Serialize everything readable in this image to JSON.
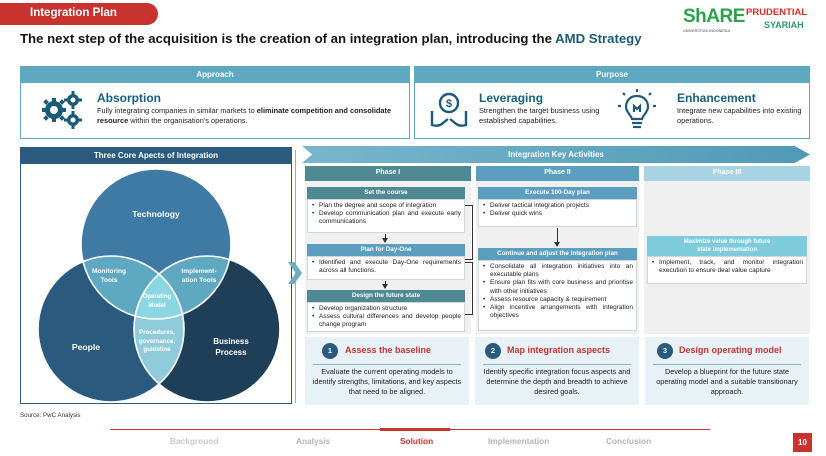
{
  "header": {
    "tag": "Integration Plan",
    "headline": "The next step of the acquisition is the creation of an integration plan, introducing the ",
    "headline_accent": "AMD Strategy"
  },
  "logo": {
    "brand": "ShARE",
    "partner": "PRUDENTIAL",
    "sub": "SYARIAH",
    "university": "UNIVERSITAS INDONESIA"
  },
  "approach": {
    "header": "Approach",
    "title": "Absorption",
    "text_plain1": "Fully integrating companies in similar markets to ",
    "text_bold": "eliminate competition and consolidate resource",
    "text_plain2": " within the organisation's operations."
  },
  "purpose": {
    "header": "Purpose",
    "items": [
      {
        "title": "Leveraging",
        "text": "Strengthen the target business using established capabilities."
      },
      {
        "title": "Enhancement",
        "text": "Integrate new capabilities into existing operations."
      }
    ]
  },
  "core": {
    "header": "Three Core Apects of Integration",
    "technology": "Technology",
    "people": "People",
    "business_1": "Business",
    "business_2": "Process",
    "monitoring_1": "Monitoring",
    "monitoring_2": "Tools",
    "implementation_1": "Implement-",
    "implementation_2": "ation Tools",
    "procedures_1": "Procedures,",
    "procedures_2": "governance,",
    "procedures_3": "guideline",
    "operating_1": "Operating",
    "operating_2": "Model"
  },
  "activities": {
    "header": "Integration Key Activities",
    "phases": [
      "Phase I",
      "Phase II",
      "Phase III"
    ],
    "phase1": [
      {
        "title": "Set the course",
        "bullets": [
          "Plan the degree and scope of integration",
          "Develop communication plan and execute early communications"
        ]
      },
      {
        "title": "Plan for Day-One",
        "bullets": [
          "Identified and execute Day-One requirements across all functions."
        ]
      },
      {
        "title": "Design the future state",
        "bullets": [
          "Develop organization structure",
          "Assess cultural differences and develop people change program"
        ]
      }
    ],
    "phase2": [
      {
        "title": "Execute 100-Day plan",
        "bullets": [
          "Deliver tactical integration projects",
          "Deliver quick wins"
        ]
      },
      {
        "title": "Continue and adjust the integration plan",
        "bullets": [
          "Consolidate all integration initiatives into an executable plans",
          "Ensure plan fits with core business and prioritise with other initiatives",
          "Assess resource capacity & requirement",
          "Align incentive arrangements with integration objectives"
        ]
      }
    ],
    "phase3": {
      "title_1": "Maximize value through future",
      "title_2": "state implementation",
      "bullets": [
        "Implement, track, and monitor integration execution to ensure deal value capture"
      ]
    }
  },
  "steps": [
    {
      "num": "1",
      "title": "Assess the baseline",
      "text": "Evaluate the current operating models to identify strengths, limitations, and key aspects that need to be aligned."
    },
    {
      "num": "2",
      "title": "Map integration aspects",
      "text": "Identify specific integration focus aspects and determine the depth and breadth to achieve desired goals."
    },
    {
      "num": "3",
      "title": "Design operating model",
      "text": "Develop a blueprint for the future state operating model and a suitable transitionary approach."
    }
  ],
  "source": "Source: PwC Analysis",
  "nav": [
    "Background",
    "Analysis",
    "Solution",
    "Implementation",
    "Conclusion"
  ],
  "page_number": "10",
  "colors": {
    "brand_red": "#c8322f",
    "dark_blue": "#2a5a7d",
    "mid_blue": "#5fa8c1",
    "light_blue": "#7ecbdc",
    "share_green": "#2ba34a"
  }
}
